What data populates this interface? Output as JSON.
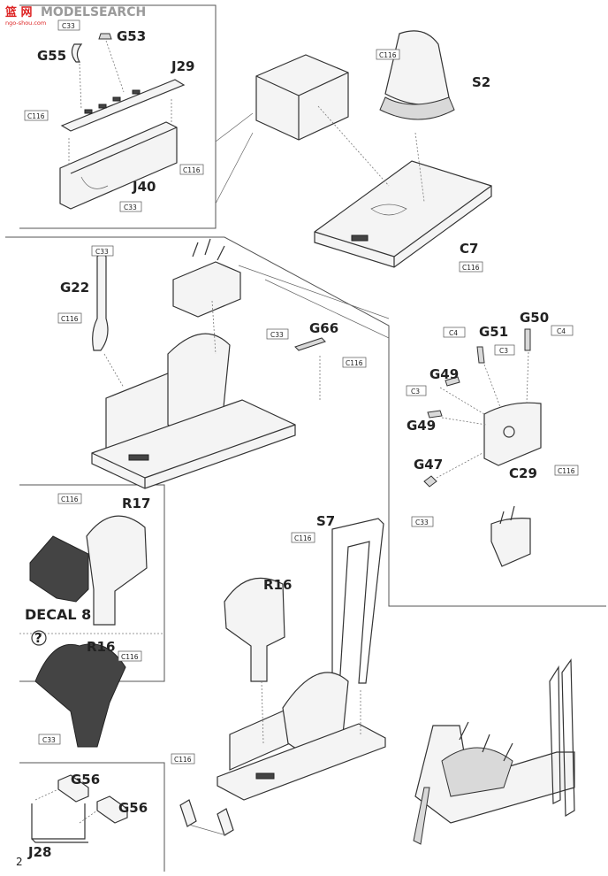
{
  "watermark": {
    "logo_chars": "篮 网",
    "brand": "MODELSEARCH",
    "url": "ngo-shou.com"
  },
  "page_number": "2",
  "parts": {
    "G53": "G53",
    "G55": "G55",
    "J29": "J29",
    "J40": "J40",
    "S2": "S2",
    "C7": "C7",
    "G22": "G22",
    "G66": "G66",
    "G51": "G51",
    "G50": "G50",
    "G49a": "G49",
    "G49b": "G49",
    "G47": "G47",
    "C29": "C29",
    "R17": "R17",
    "R16a": "R16",
    "R16b": "R16",
    "S7": "S7",
    "G56a": "G56",
    "G56b": "G56",
    "J28": "J28"
  },
  "decal": "DECAL 8",
  "optional_mark": "?",
  "color_codes": {
    "c33": "C33",
    "c116": "C116",
    "c4": "C4",
    "c3": "C3"
  }
}
